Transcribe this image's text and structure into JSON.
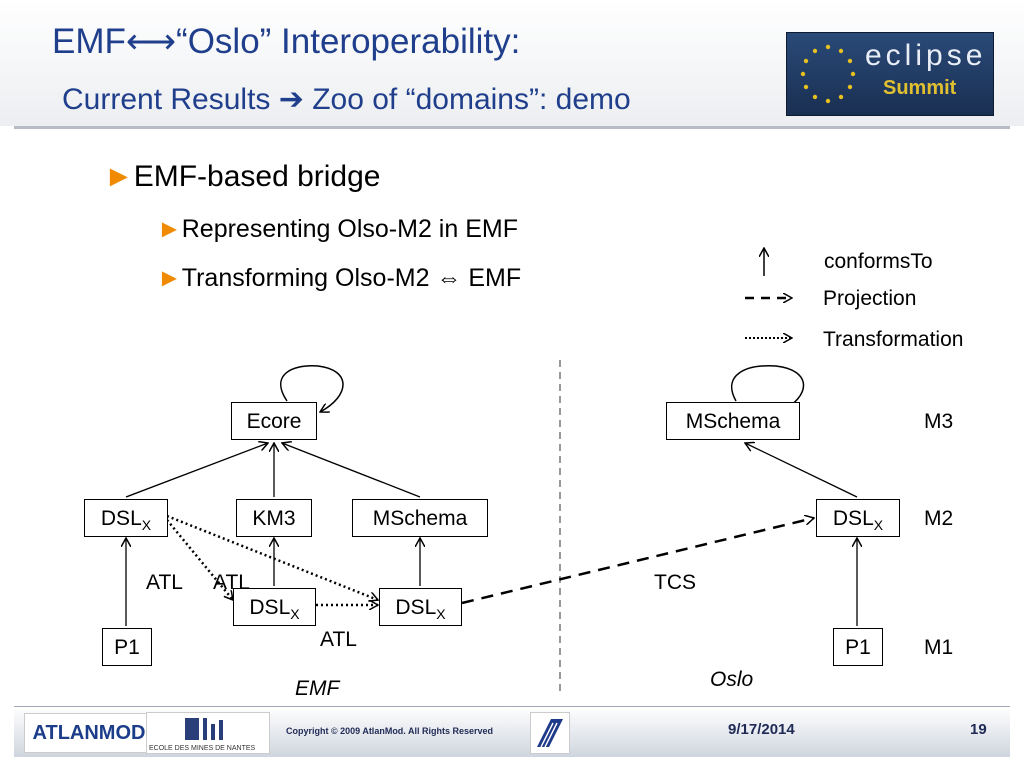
{
  "header": {
    "title_line1": "EMF⟷“Oslo” Interoperability:",
    "title_line2": "Current Results ➔ Zoo of “domains”: demo",
    "logo": {
      "word": "eclipse",
      "sub": "Summit"
    }
  },
  "bullets": {
    "marker": "►",
    "level1": "EMF-based bridge",
    "level2": [
      "Representing Olso-M2 in EMF",
      "Transforming Olso-M2 ⇔ EMF"
    ]
  },
  "legend": {
    "conforms": "conformsTo",
    "projection": "Projection",
    "transformation": "Transformation"
  },
  "diagram": {
    "emf": {
      "ecore": "Ecore",
      "dsl_base": "DSL",
      "dsl_sub": "X",
      "km3": "KM3",
      "mschema": "MSchema",
      "p1": "P1",
      "atl1": "ATL",
      "atl2": "ATL",
      "atl3": "ATL",
      "space_label": "EMF"
    },
    "oslo": {
      "mschema": "MSchema",
      "dsl_base": "DSL",
      "dsl_sub": "X",
      "p1": "P1",
      "tcs": "TCS",
      "space_label": "Oslo"
    },
    "levels": {
      "m3": "M3",
      "m2": "M2",
      "m1": "M1"
    }
  },
  "footer": {
    "atlanmod": "ATLANMOD",
    "school": "ECOLE DES MINES DE NANTES",
    "copyright": "Copyright © 2009 AtlanMod. All Rights Reserved",
    "date": "9/17/2014",
    "page": "19"
  },
  "colors": {
    "title": "#1f3e8c",
    "bullet_arrow": "#f08a00"
  }
}
